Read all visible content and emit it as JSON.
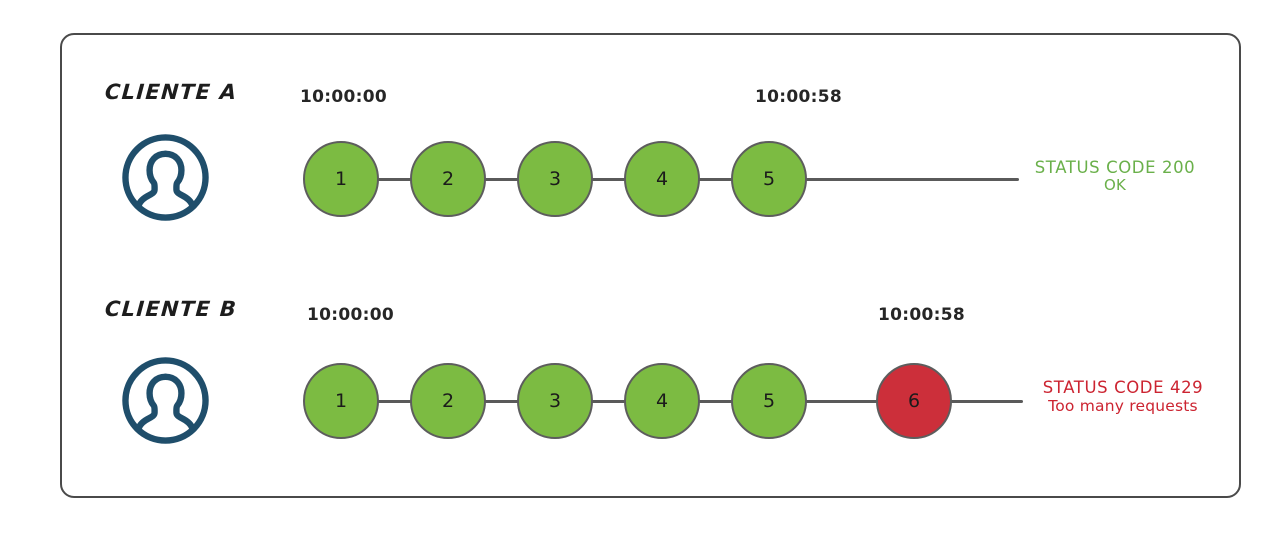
{
  "diagram": {
    "title_present": false,
    "colors": {
      "frame_border": "#4a4a4a",
      "node_ok_fill": "#7cbb42",
      "node_err_fill": "#cc2f3a",
      "node_border": "#5d5d5d",
      "connector": "#5a5a5a",
      "avatar": "#1f4e6b",
      "status_ok_text": "#6ab04a",
      "status_err_text": "#cc2431",
      "label_text": "#1d1d1d",
      "timestamp_text": "#262626",
      "node_number_text": "#1b1b1b"
    },
    "rows": [
      {
        "client_label": "CLIENTE A",
        "avatar_icon": "user-avatar-icon",
        "start_time": "10:00:00",
        "end_time": "10:00:58",
        "nodes": [
          {
            "number": "1",
            "state": "ok"
          },
          {
            "number": "2",
            "state": "ok"
          },
          {
            "number": "3",
            "state": "ok"
          },
          {
            "number": "4",
            "state": "ok"
          },
          {
            "number": "5",
            "state": "ok"
          }
        ],
        "status": {
          "line1": "STATUS CODE 200",
          "line2": "OK",
          "state": "ok"
        }
      },
      {
        "client_label": "CLIENTE B",
        "avatar_icon": "user-avatar-icon",
        "start_time": "10:00:00",
        "end_time": "10:00:58",
        "nodes": [
          {
            "number": "1",
            "state": "ok"
          },
          {
            "number": "2",
            "state": "ok"
          },
          {
            "number": "3",
            "state": "ok"
          },
          {
            "number": "4",
            "state": "ok"
          },
          {
            "number": "5",
            "state": "ok"
          },
          {
            "number": "6",
            "state": "err"
          }
        ],
        "status": {
          "line1": "STATUS CODE 429",
          "line2": "Too many requests",
          "state": "err"
        }
      }
    ]
  }
}
